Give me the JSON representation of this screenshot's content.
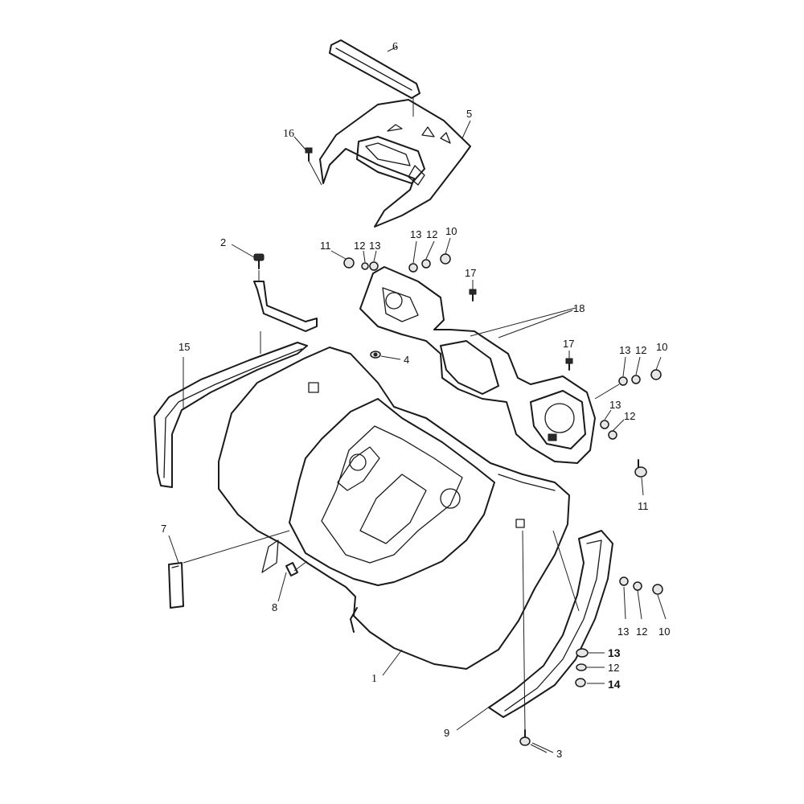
{
  "callouts": {
    "c1": "1",
    "c2": "2",
    "c3": "3",
    "c4": "4",
    "c5": "5",
    "c6": "6",
    "c7": "7",
    "c8": "8",
    "c9": "9",
    "c10a": "10",
    "c10b": "10",
    "c10c": "10",
    "c11a": "11",
    "c11b": "11",
    "c12a": "12",
    "c12b": "12",
    "c12c": "12",
    "c12d": "12",
    "c12e": "12",
    "c12f": "12",
    "c13a": "13",
    "c13b": "13",
    "c13c": "13",
    "c13d": "13",
    "c13e": "13",
    "c13f": "13",
    "c14": "14",
    "c15": "15",
    "c16": "16",
    "c17a": "17",
    "c17b": "17",
    "c18": "18"
  }
}
